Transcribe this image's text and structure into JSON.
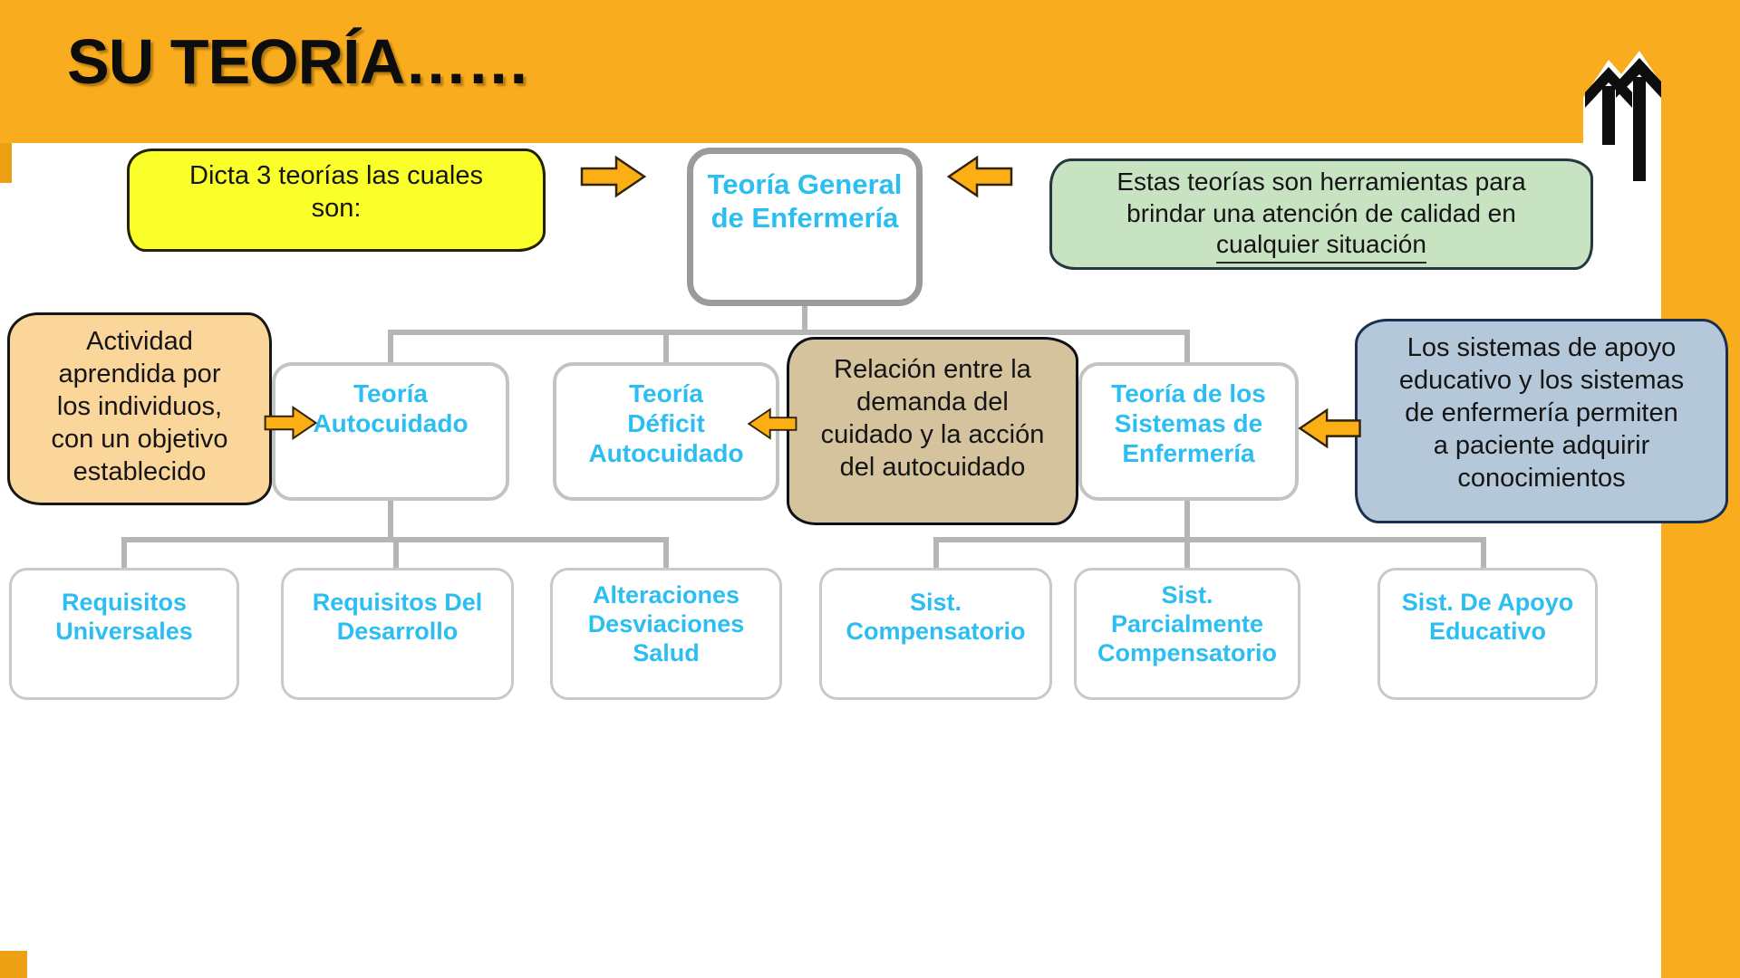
{
  "slide": {
    "title": "SU TEORÍA……"
  },
  "colors": {
    "header_orange": "#F9AC1E",
    "accent_dark_orange": "#EDA013",
    "arrow_orange": "#FBAF14",
    "node_text_cyan": "#2CBEF0",
    "root_border_gray": "#9B9B9B",
    "child_border_gray": "#C3C3C3",
    "connector_gray": "#B5B5B5",
    "callout_yellow": "#FAFF2A",
    "callout_green": "#C7E3C2",
    "callout_peach": "#FAD69B",
    "callout_tan": "#D4C39C",
    "callout_blue": "#B4C8D9"
  },
  "callouts": {
    "dicta": {
      "lines": [
        "Dicta 3 teorías las cuales",
        "son:"
      ]
    },
    "herramientas": {
      "lines": [
        "Estas teorías son herramientas para",
        "brindar una atención de calidad en"
      ],
      "underlined_line": "cualquier situación"
    },
    "actividad": {
      "lines": [
        "Actividad",
        "aprendida por",
        "los individuos,",
        "con un objetivo",
        "establecido"
      ]
    },
    "relacion": {
      "lines": [
        "Relación entre la",
        "demanda del",
        "cuidado y la acción",
        "del autocuidado"
      ]
    },
    "apoyo": {
      "lines": [
        "Los sistemas de apoyo",
        "educativo y los sistemas",
        "de enfermería permiten",
        "a paciente adquirir",
        "conocimientos"
      ]
    }
  },
  "nodes": {
    "root": {
      "lines": [
        "Teoría General",
        "de Enfermería"
      ]
    },
    "autocuidado": {
      "lines": [
        "Teoría",
        "Autocuidado"
      ]
    },
    "deficit": {
      "lines": [
        "Teoría",
        "Déficit",
        "Autocuidado"
      ]
    },
    "sistemas": {
      "lines": [
        "Teoría de los",
        "Sistemas de",
        "Enfermería"
      ]
    },
    "requisitos_universales": {
      "lines": [
        "Requisitos",
        "Universales"
      ]
    },
    "requisitos_desarrollo": {
      "lines": [
        "Requisitos Del",
        "Desarrollo"
      ]
    },
    "alteraciones": {
      "lines": [
        "Alteraciones",
        "Desviaciones",
        "Salud"
      ]
    },
    "sist_compensatorio": {
      "lines": [
        "Sist.",
        "Compensatorio"
      ]
    },
    "sist_parcialmente": {
      "lines": [
        "Sist.",
        "Parcialmente",
        "Compensatorio"
      ]
    },
    "sist_apoyo": {
      "lines": [
        "Sist.  De Apoyo",
        "Educativo"
      ]
    }
  }
}
